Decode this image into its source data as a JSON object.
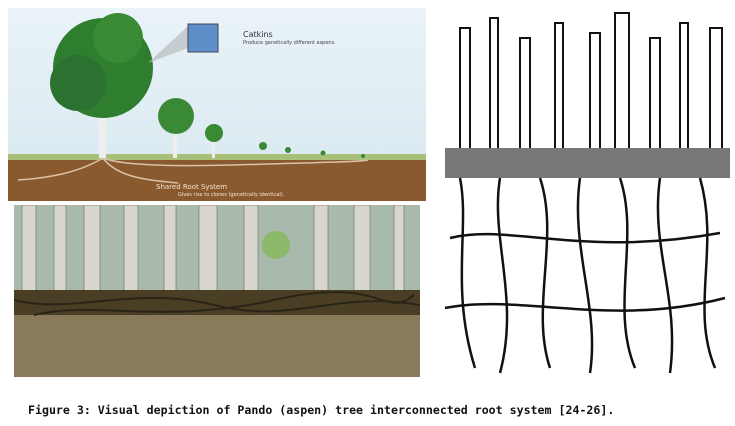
{
  "panel1": {
    "callout_title": "Catkins",
    "callout_subtitle": "Produce genetically different aspens.",
    "root_title": "Shared Root System",
    "root_subtitle": "Gives rise to clones (genetically identical)."
  },
  "caption": "Figure 3: Visual depiction of Pando (aspen) tree interconnected root system [24-26]."
}
